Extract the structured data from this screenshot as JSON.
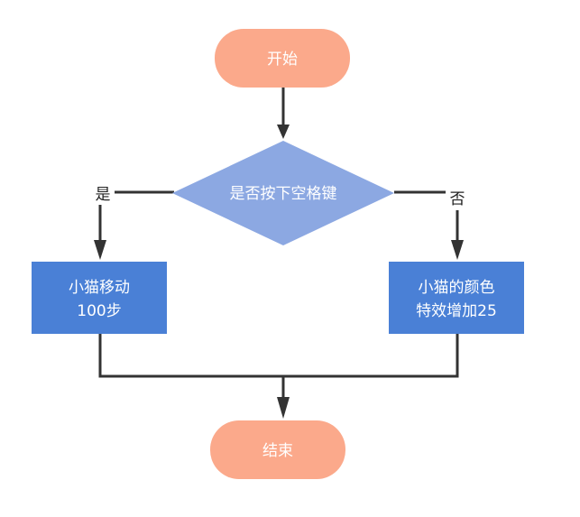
{
  "flowchart": {
    "start": {
      "label": "开始"
    },
    "decision": {
      "label": "是否按下空格键"
    },
    "yes_label": "是",
    "no_label": "否",
    "left_process": {
      "line1": "小猫移动",
      "line2": "100步"
    },
    "right_process": {
      "line1": "小猫的颜色",
      "line2": "特效增加25"
    },
    "end": {
      "label": "结束"
    }
  },
  "colors": {
    "terminal": "#FBA98B",
    "decision": "#8CA8E2",
    "process": "#4A80D6",
    "connector": "#333333",
    "text_on_shape": "#FFFFFF",
    "label_text": "#222222"
  }
}
